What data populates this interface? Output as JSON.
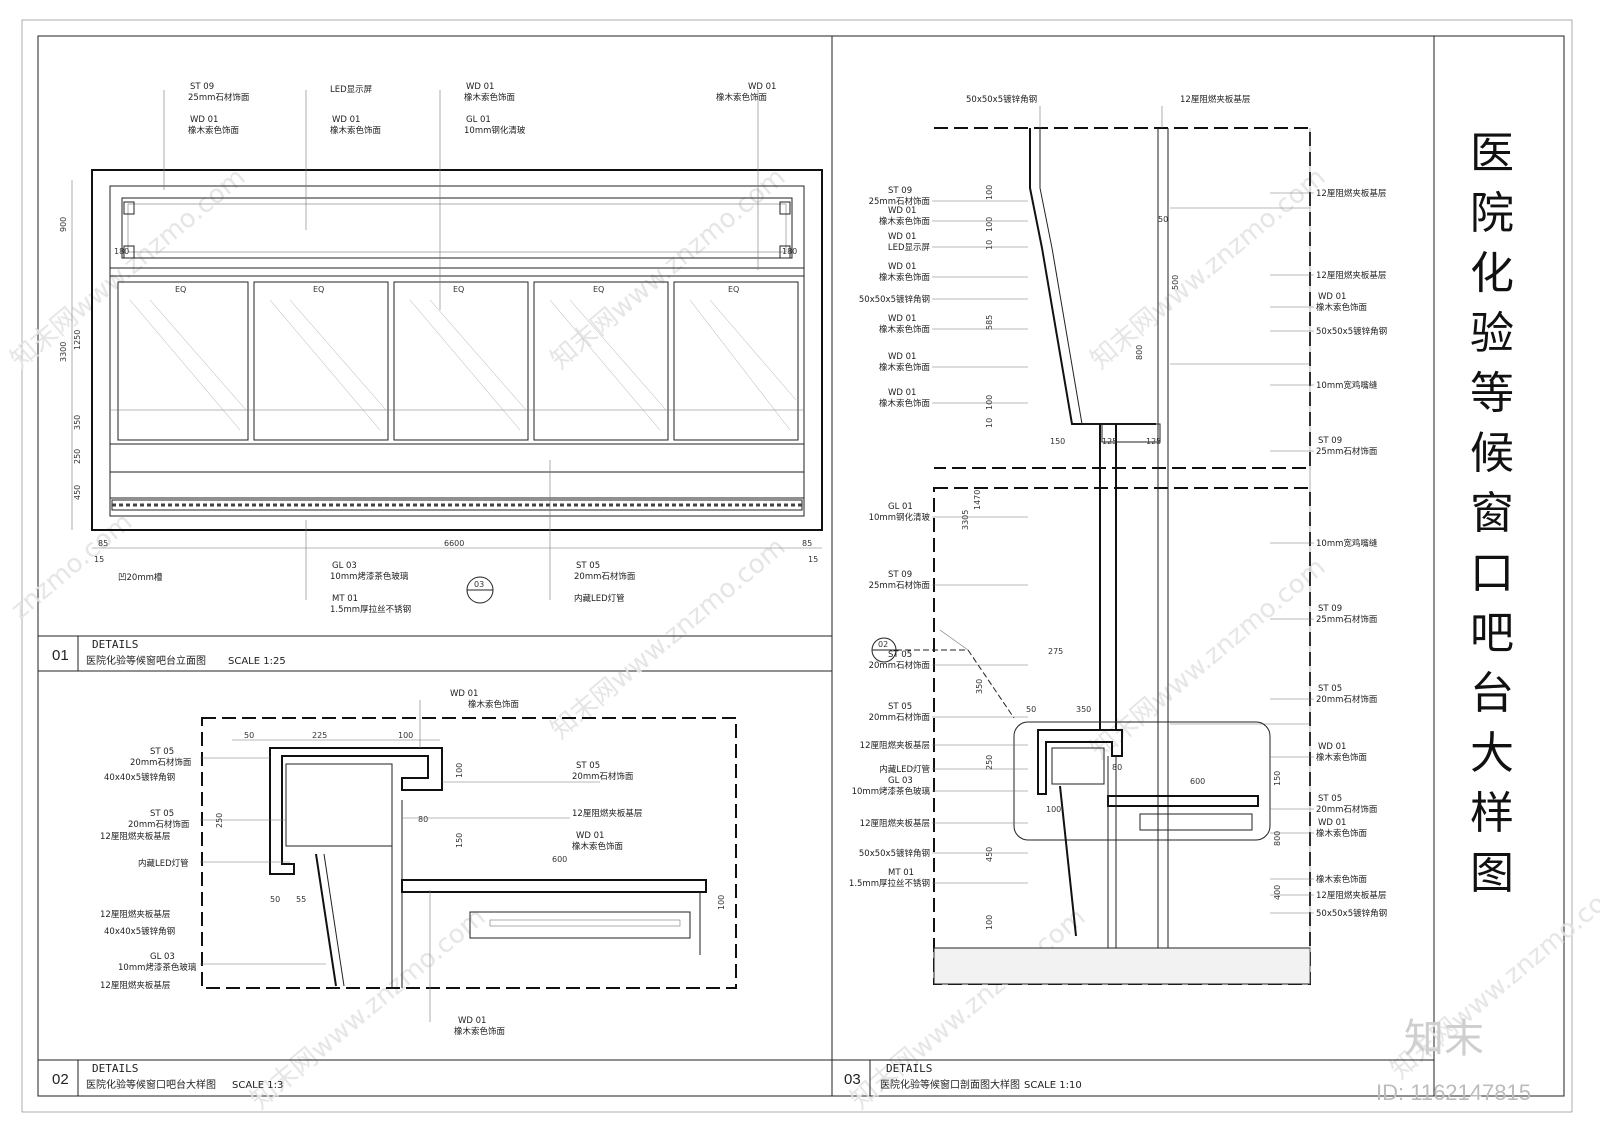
{
  "side_title": [
    "医",
    "院",
    "化",
    "验",
    "等",
    "候",
    "窗",
    "口",
    "吧",
    "台",
    "大",
    "样",
    "图"
  ],
  "watermark": {
    "logo": "知末",
    "id": "ID: 1162147815",
    "site": "znzmo.com",
    "cn": "知末网www.znzmo.com"
  },
  "panels": {
    "p01": {
      "num": "01",
      "heading": "DETAILS",
      "title": "医院化验等候窗吧台立面图",
      "scale": "SCALE  1:25"
    },
    "p02": {
      "num": "02",
      "heading": "DETAILS",
      "title": "医院化验等候窗口吧台大样图",
      "scale": "SCALE  1:3"
    },
    "p03": {
      "num": "03",
      "heading": "DETAILS",
      "title": "医院化验等候窗口剖面图大样图",
      "scale": "SCALE  1:10"
    }
  },
  "p01_labels": {
    "st09_code": "ST 09",
    "st09_text": "25mm石材饰面",
    "wd01a_code": "WD 01",
    "wd01a_text": "橡木索色饰面",
    "led_text": "LED显示屏",
    "wd01b_code": "WD 01",
    "wd01b_text": "橡木索色饰面",
    "wd01c_code": "WD 01",
    "wd01c_text": "橡木索色饰面",
    "gl01_code": "GL 01",
    "gl01_text": "10mm钢化清玻",
    "wd01d_code": "WD 01",
    "wd01d_text": "橡木索色饰面",
    "groove": "凹20mm槽",
    "gl03_code": "GL 03",
    "gl03_text": "10mm烤漆茶色玻璃",
    "mt01_code": "MT 01",
    "mt01_text": "1.5mm厚拉丝不锈钢",
    "st05_code": "ST 05",
    "st05_text": "20mm石材饰面",
    "led_tube": "内藏LED灯管",
    "section_tag": "03",
    "eq": [
      "EQ",
      "EQ",
      "EQ",
      "EQ",
      "EQ"
    ],
    "dims_v": [
      "900",
      "1250",
      "350",
      "250",
      "450",
      "3300"
    ],
    "dims_top": [
      "180",
      "180"
    ],
    "dims_bottom": [
      "85",
      "6600",
      "85",
      "15",
      "15"
    ]
  },
  "p02_labels": {
    "top_code": "WD 01",
    "top_text": "橡木索色饰面",
    "l1_code": "ST 05",
    "l1_text": "20mm石材饰面",
    "l2_text": "40x40x5镀锌角钢",
    "l3_code": "ST 05",
    "l3_text": "20mm石材饰面",
    "l4_text": "12厘阻燃夹板基层",
    "l5_text": "内藏LED灯管",
    "l6_text": "12厘阻燃夹板基层",
    "l7_text": "40x40x5镀锌角钢",
    "l8_code": "GL 03",
    "l8_text": "10mm烤漆茶色玻璃",
    "l9_text": "12厘阻燃夹板基层",
    "r1_code": "ST 05",
    "r1_text": "20mm石材饰面",
    "r2_text": "12厘阻燃夹板基层",
    "r3_code": "WD 01",
    "r3_text": "橡木索色饰面",
    "bot_code": "WD 01",
    "bot_text": "橡木索色饰面",
    "dims": [
      "50",
      "225",
      "100",
      "250",
      "100",
      "80",
      "150",
      "600",
      "50",
      "55",
      "100"
    ]
  },
  "p03_labels": {
    "top_left": "50x50x5镀锌角钢",
    "top_right": "12厘阻燃夹板基层",
    "left": [
      {
        "code": "ST 09",
        "text": "25mm石材饰面"
      },
      {
        "code": "WD 01",
        "text": "橡木索色饰面"
      },
      {
        "code": "WD 01",
        "text": "LED显示屏"
      },
      {
        "code": "WD 01",
        "text": "橡木索色饰面"
      },
      {
        "code": "",
        "text": "50x50x5镀锌角钢"
      },
      {
        "code": "WD 01",
        "text": "橡木索色饰面"
      },
      {
        "code": "WD 01",
        "text": "橡木索色饰面"
      },
      {
        "code": "WD 01",
        "text": "橡木索色饰面"
      },
      {
        "code": "GL 01",
        "text": "10mm钢化清玻"
      },
      {
        "code": "ST 09",
        "text": "25mm石材饰面"
      },
      {
        "code": "ST 05",
        "text": "20mm石材饰面"
      },
      {
        "code": "ST 05",
        "text": "20mm石材饰面"
      },
      {
        "code": "",
        "text": "12厘阻燃夹板基层"
      },
      {
        "code": "",
        "text": "内藏LED灯管"
      },
      {
        "code": "GL 03",
        "text": "10mm烤漆茶色玻璃"
      },
      {
        "code": "",
        "text": "12厘阻燃夹板基层"
      },
      {
        "code": "",
        "text": "50x50x5镀锌角钢"
      },
      {
        "code": "MT 01",
        "text": "1.5mm厚拉丝不锈钢"
      }
    ],
    "right": [
      {
        "code": "",
        "text": "12厘阻燃夹板基层"
      },
      {
        "code": "",
        "text": "12厘阻燃夹板基层"
      },
      {
        "code": "WD 01",
        "text": "橡木索色饰面"
      },
      {
        "code": "",
        "text": "50x50x5镀锌角钢"
      },
      {
        "code": "",
        "text": "10mm宽鸡嘴缝"
      },
      {
        "code": "ST 09",
        "text": "25mm石材饰面"
      },
      {
        "code": "",
        "text": "10mm宽鸡嘴缝"
      },
      {
        "code": "ST 09",
        "text": "25mm石材饰面"
      },
      {
        "code": "ST 05",
        "text": "20mm石材饰面"
      },
      {
        "code": "WD 01",
        "text": "橡木索色饰面"
      },
      {
        "code": "ST 05",
        "text": "20mm石材饰面"
      },
      {
        "code": "WD 01",
        "text": "橡木索色饰面"
      },
      {
        "code": "",
        "text": "橡木索色饰面"
      },
      {
        "code": "",
        "text": "12厘阻燃夹板基层"
      },
      {
        "code": "",
        "text": "50x50x5镀锌角钢"
      }
    ],
    "section_tag": "02",
    "dims": [
      "100",
      "100",
      "10",
      "585",
      "100",
      "10",
      "150",
      "125",
      "125",
      "50",
      "500",
      "800",
      "1470",
      "3305",
      "275",
      "350",
      "50",
      "350",
      "250",
      "80",
      "600",
      "100",
      "150",
      "450",
      "800",
      "100",
      "400"
    ]
  }
}
